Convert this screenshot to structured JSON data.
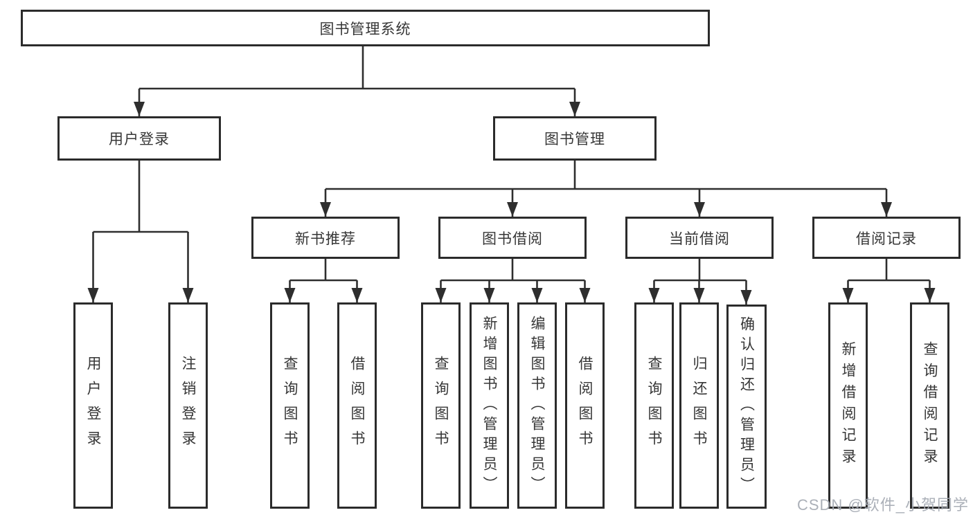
{
  "diagram": {
    "level1": {
      "label": "图书管理系统"
    },
    "level2": [
      {
        "label": "用户登录"
      },
      {
        "label": "图书管理"
      }
    ],
    "level3": [
      {
        "label": "新书推荐"
      },
      {
        "label": "图书借阅"
      },
      {
        "label": "当前借阅"
      },
      {
        "label": "借阅记录"
      }
    ],
    "level4": [
      {
        "label": "用户登录"
      },
      {
        "label": "注销登录"
      },
      {
        "label": "查询图书"
      },
      {
        "label": "借阅图书"
      },
      {
        "label": "查询图书"
      },
      {
        "label": "新增图书（管理员）"
      },
      {
        "label": "编辑图书（管理员）"
      },
      {
        "label": "借阅图书"
      },
      {
        "label": "查询图书"
      },
      {
        "label": "归还图书"
      },
      {
        "label": "确认归还（管理员）"
      },
      {
        "label": "新增借阅记录"
      },
      {
        "label": "查询借阅记录"
      }
    ]
  },
  "watermark": {
    "text": "CSDN @软件_小贺同学"
  },
  "colors": {
    "line": "#2e2e2e",
    "border": "#2b2b2b",
    "text": "#363636",
    "watermark": "#a4a9b2",
    "background": "#ffffff"
  }
}
